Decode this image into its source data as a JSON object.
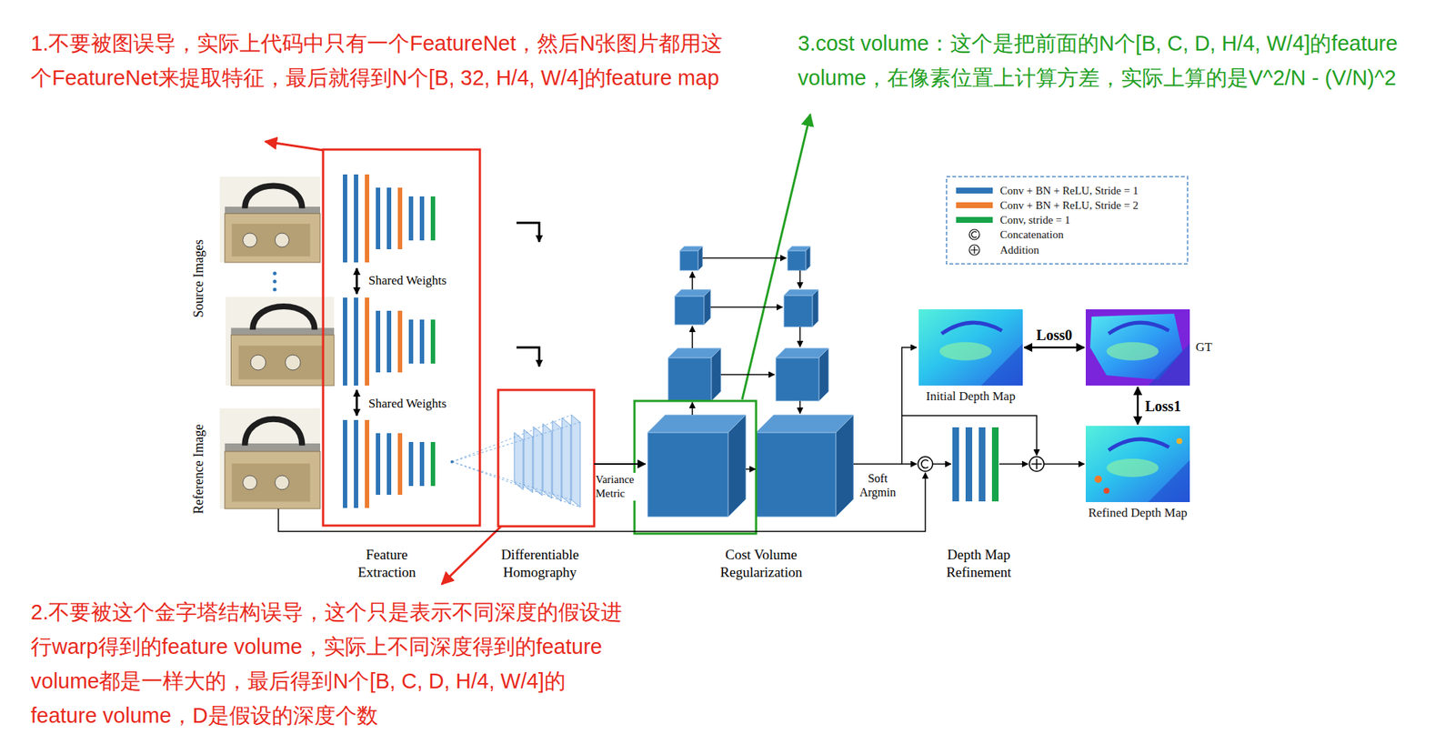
{
  "diagram": {
    "nodes": [
      {
        "text": [
          "Initial Depth Map"
        ]
      },
      {
        "text": [
          "GT"
        ]
      },
      {
        "text": [
          "Refined Depth Map"
        ]
      }
    ],
    "edges": [
      {
        "from": 0,
        "to": 1,
        "arrow": "both",
        "label": "Loss0"
      },
      {
        "from": 1,
        "to": 2,
        "arrow": "both",
        "label": "Loss1"
      }
    ],
    "labels": [
      "1.不要被图误导，实际上代码中只有一个FeatureNet，然后N张图片都用这个FeatureNet来提取特征，最后就得到N个[B, 32, H/4, W/4]的feature map",
      "3.cost volume：这个是把前面的N个[B, C, D, H/4, W/4]的feature volume，在像素位置上计算方差，实际上算的是V^2/N - (V/N)^2",
      "2.不要被这个金字塔结构误导，这个只是表示不同深度的假设进行warp得到的feature volume，实际上不同深度得到的feature volume都是一样大的，最后得到N个[B, C, D, H/4, W/4]的feature volume，D是假设的深度个数",
      "Source Images",
      "Reference Image",
      "Shared Weights",
      "Shared Weights",
      "Feature Extraction",
      "Differentiable Homography",
      "Variance Metric",
      "Cost Volume Regularization",
      "Soft Argmin",
      "Depth Map Refinement"
    ],
    "legend": [
      {
        "text": "Conv + BN + ReLU, Stride = 1",
        "color": "#2e75b6"
      },
      {
        "text": "Conv + BN + ReLU, Stride = 2",
        "color": "#ed7d31"
      },
      {
        "text": "Conv, stride = 1",
        "color": "#17a34a"
      },
      {
        "text": "Concatenation"
      },
      {
        "text": "Addition"
      }
    ]
  }
}
